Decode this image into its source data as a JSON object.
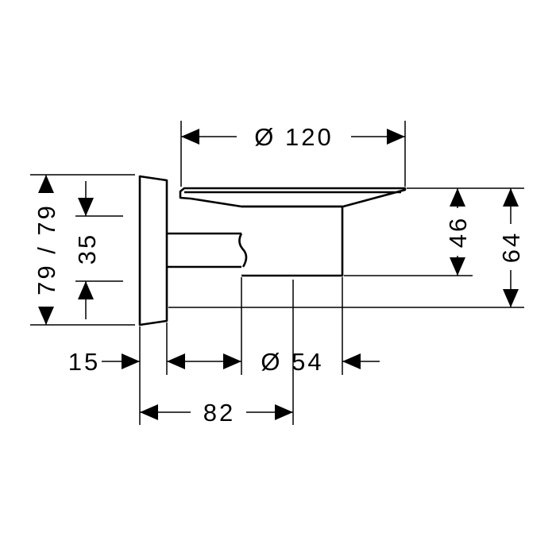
{
  "dimensions": {
    "tray_diameter": "Ø 120",
    "total_height": "79 / 79",
    "rosette_offset": "35",
    "tray_depth": "46",
    "tray_height": "64",
    "rosette_thickness": "15",
    "holder_diameter": "Ø 54",
    "projection": "82"
  }
}
